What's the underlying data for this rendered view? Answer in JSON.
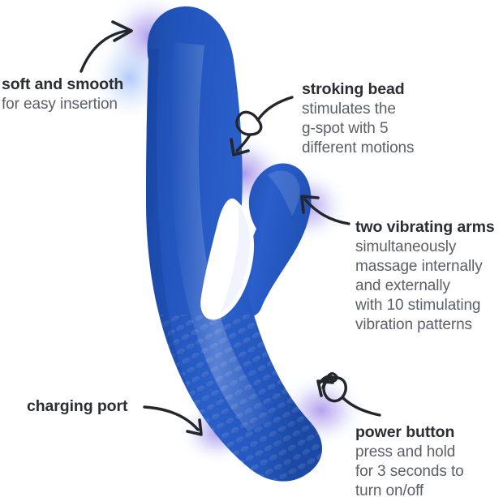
{
  "page": {
    "type": "product-feature-infographic",
    "background_color": "#ffffff",
    "product_color": "#2255bb",
    "glow_color": "#b9a8ee",
    "heading_color": "#2b2f33",
    "body_color": "#5a6066"
  },
  "callouts": [
    {
      "id": "soft-and-smooth",
      "title": "soft and smooth",
      "lines": [
        "for easy insertion"
      ],
      "arrow": "curved-arrow-up-right"
    },
    {
      "id": "stroking-bead",
      "title": "stroking bead",
      "lines": [
        "stimulates the",
        "g-spot with 5",
        "different motions"
      ],
      "arrow": "looped-arrow-down-left"
    },
    {
      "id": "two-vibrating-arms",
      "title": "two vibrating arms",
      "lines": [
        "simultaneously",
        "massage internally",
        "and externally",
        "with 10 stimulating",
        "vibration patterns"
      ],
      "arrow": "curved-arrow-up-left"
    },
    {
      "id": "charging-port",
      "title": "charging port",
      "lines": [],
      "arrow": "curved-arrow-down-right"
    },
    {
      "id": "power-button",
      "title": "power button",
      "lines": [
        "press and hold",
        "for 3 seconds to",
        "turn on/off"
      ],
      "arrow": "looped-arrow-up-left"
    }
  ]
}
